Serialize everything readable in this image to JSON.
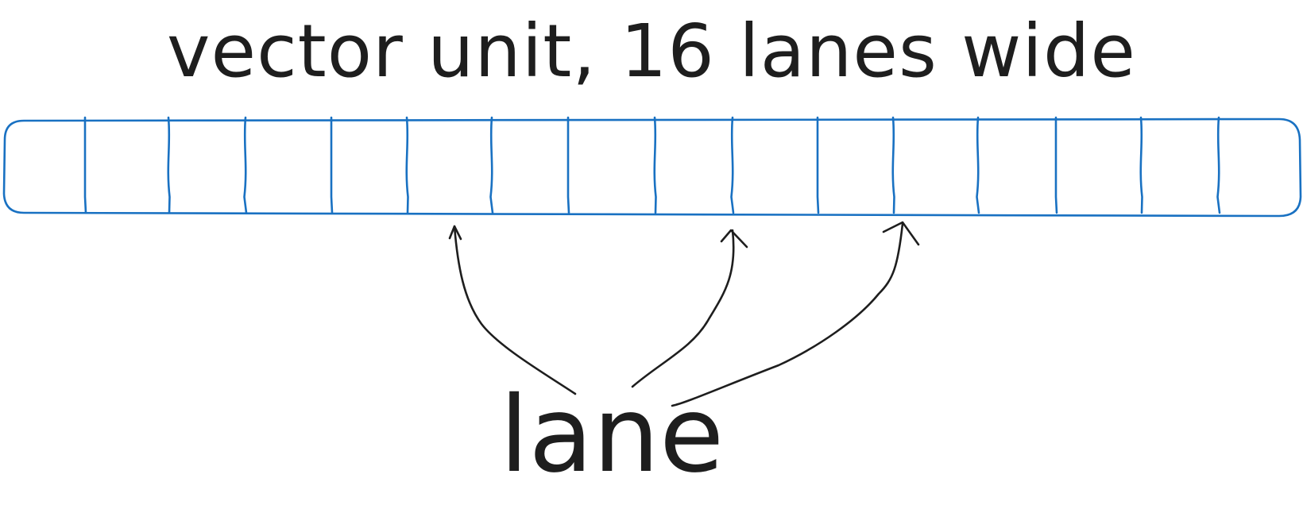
{
  "title": "vector unit, 16 lanes wide",
  "label": "lane",
  "colors": {
    "vector_stroke": "#1971c2",
    "ink": "#1e1e1e",
    "background": "#ffffff"
  },
  "vector": {
    "lane_count": 16
  }
}
